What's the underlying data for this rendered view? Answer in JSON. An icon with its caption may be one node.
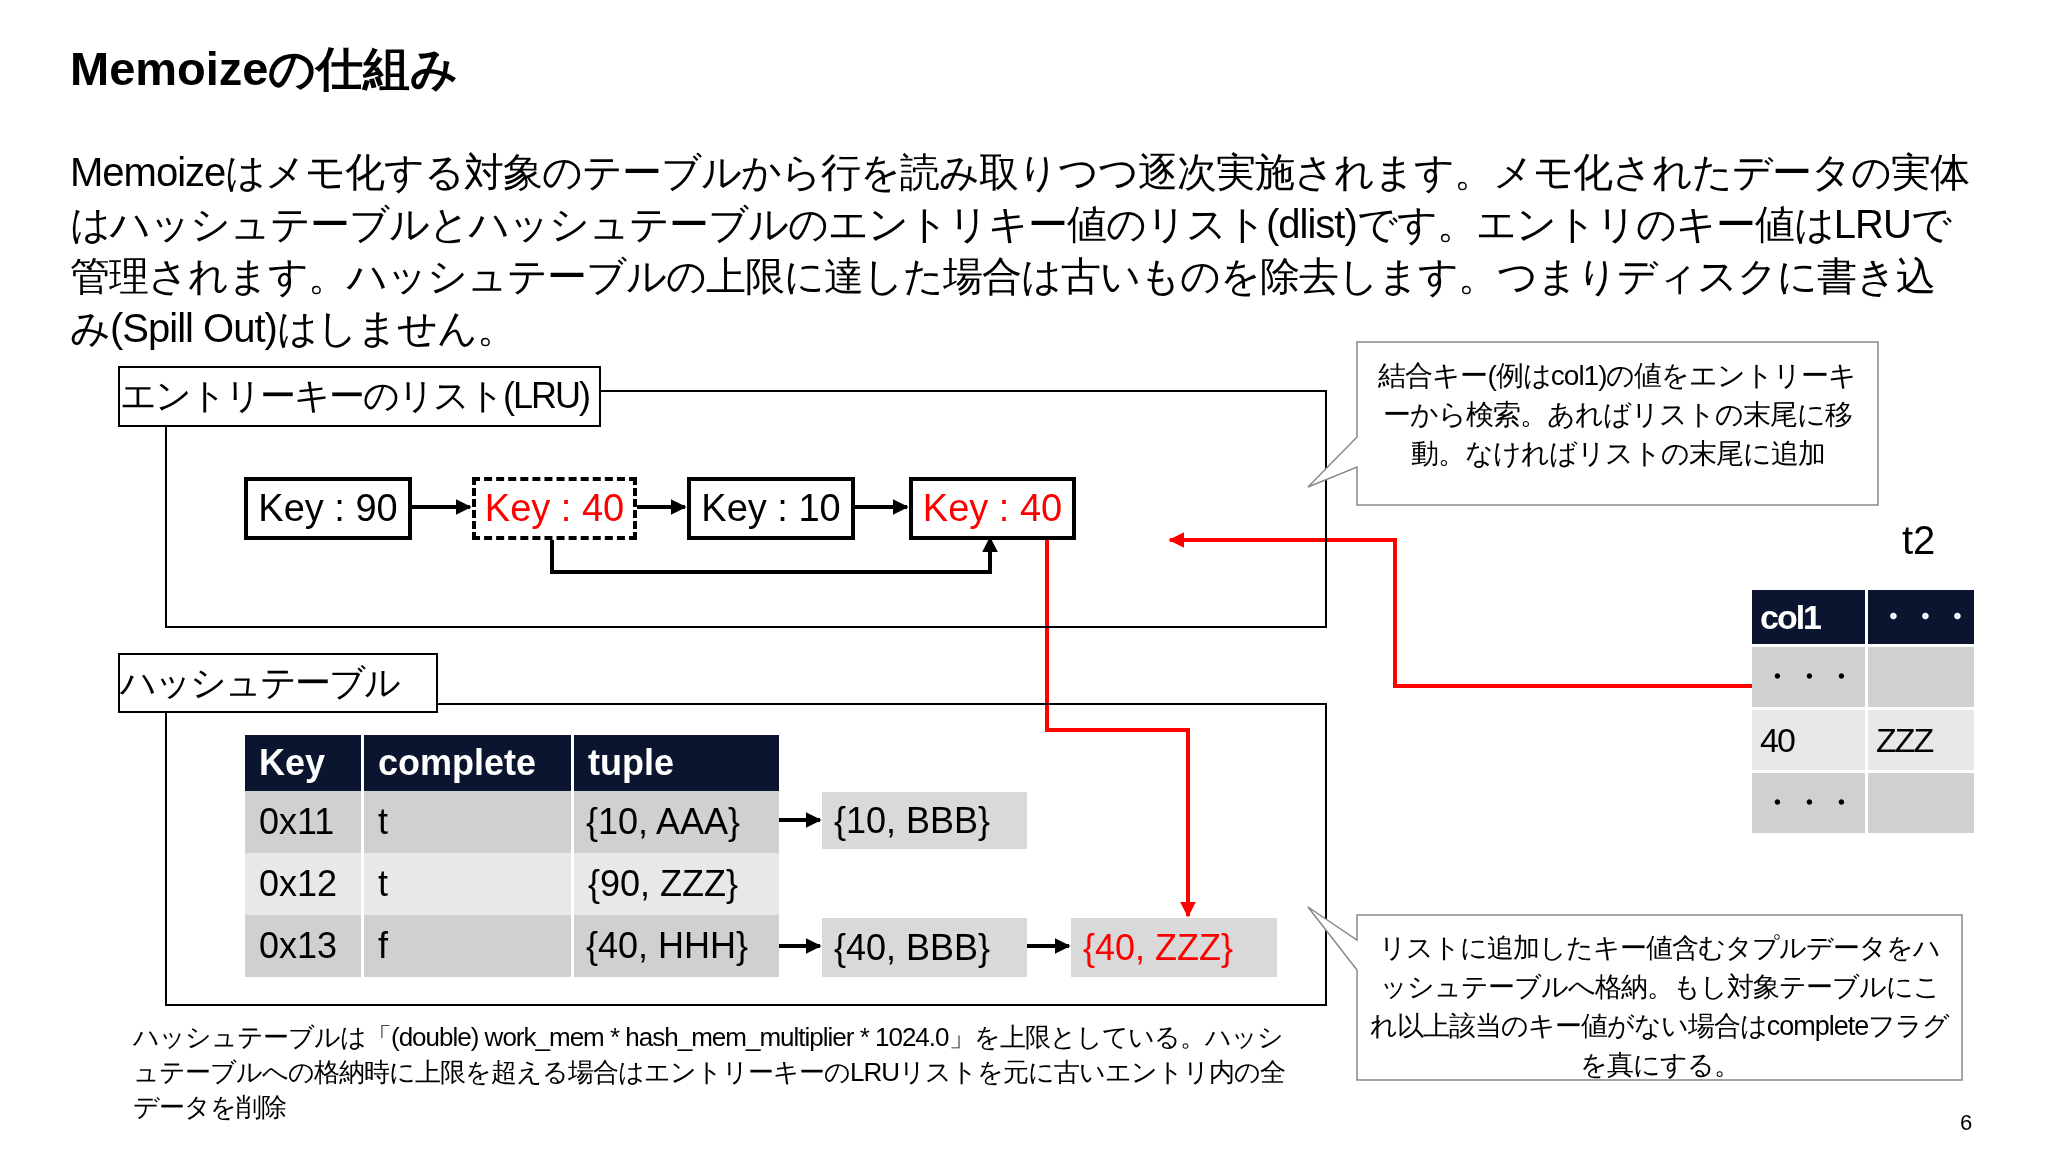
{
  "diagram": {
    "title": "Memoizeの仕組み",
    "caption": "Memoizeはメモ化する対象のテーブルから行を読み取りつつ逐次実施されます。メモ化されたデータの実体はハッシュテーブルとハッシュテーブルのエントリキー値のリスト(dlist)です。エントリのキー値はLRUで管理されます。ハッシュテーブルの上限に達した場合は古いものを除去します。つまりディスクに書き込み(Spill Out)はしません。",
    "nodes": [
      {
        "text": [
          "エントリーキーのリスト(LRU)"
        ]
      },
      {
        "text": [
          "Key : 90"
        ],
        "in": 0
      },
      {
        "text": [
          "Key : 40"
        ],
        "in": 0
      },
      {
        "text": [
          "Key : 10"
        ],
        "in": 0
      },
      {
        "text": [
          "Key : 40"
        ],
        "in": 0
      },
      {
        "text": [
          "結合キー(例はcol1)の値をエントリーキーから検索。あればリストの末尾に移動。なければリストの末尾に追加"
        ]
      },
      {
        "text": [
          "t2",
          "col1",
          "・・・",
          "・・・",
          "40",
          "ZZZ",
          "・・・"
        ]
      },
      {
        "text": [
          "ハッシュテーブル"
        ]
      },
      {
        "text": [
          "{10, AAA}"
        ],
        "in": 7
      },
      {
        "text": [
          "{10, BBB}"
        ],
        "in": 7
      },
      {
        "text": [
          "{40, HHH}"
        ],
        "in": 7
      },
      {
        "text": [
          "{40, BBB}"
        ],
        "in": 7
      },
      {
        "text": [
          "{40, ZZZ}"
        ],
        "in": 7
      },
      {
        "text": [
          "リストに追加したキー値含むタプルデータをハッシュテーブルへ格納。もし対象テーブルにこれ以上該当のキー値がない場合はcompleteフラグを真にする。"
        ]
      }
    ],
    "edges": [
      {
        "from": 1,
        "to": 2,
        "arrow": "to"
      },
      {
        "from": 2,
        "to": 3,
        "arrow": "to"
      },
      {
        "from": 3,
        "to": 4,
        "arrow": "to"
      },
      {
        "from": 2,
        "to": 4,
        "arrow": "to"
      },
      {
        "from": 6,
        "to": 0,
        "arrow": "to",
        "color": "#ff0000"
      },
      {
        "from": 4,
        "to": 12,
        "arrow": "to",
        "color": "#ff0000"
      },
      {
        "from": 8,
        "to": 9,
        "arrow": "to"
      },
      {
        "from": 10,
        "to": 11,
        "arrow": "to"
      },
      {
        "from": 11,
        "to": 12,
        "arrow": "to"
      }
    ],
    "labels": [
      "Key",
      "complete",
      "tuple",
      "0x11",
      "t",
      "0x12",
      "t",
      "{90, ZZZ}",
      "0x13",
      "f",
      "ハッシュテーブルは「(double) work_mem * hash_mem_multiplier * 1024.0」を上限としている。ハッシュテーブルへの格納時に上限を超える場合はエントリーキーのLRUリストを元に古いエントリ内の全データを削除",
      "6"
    ]
  }
}
